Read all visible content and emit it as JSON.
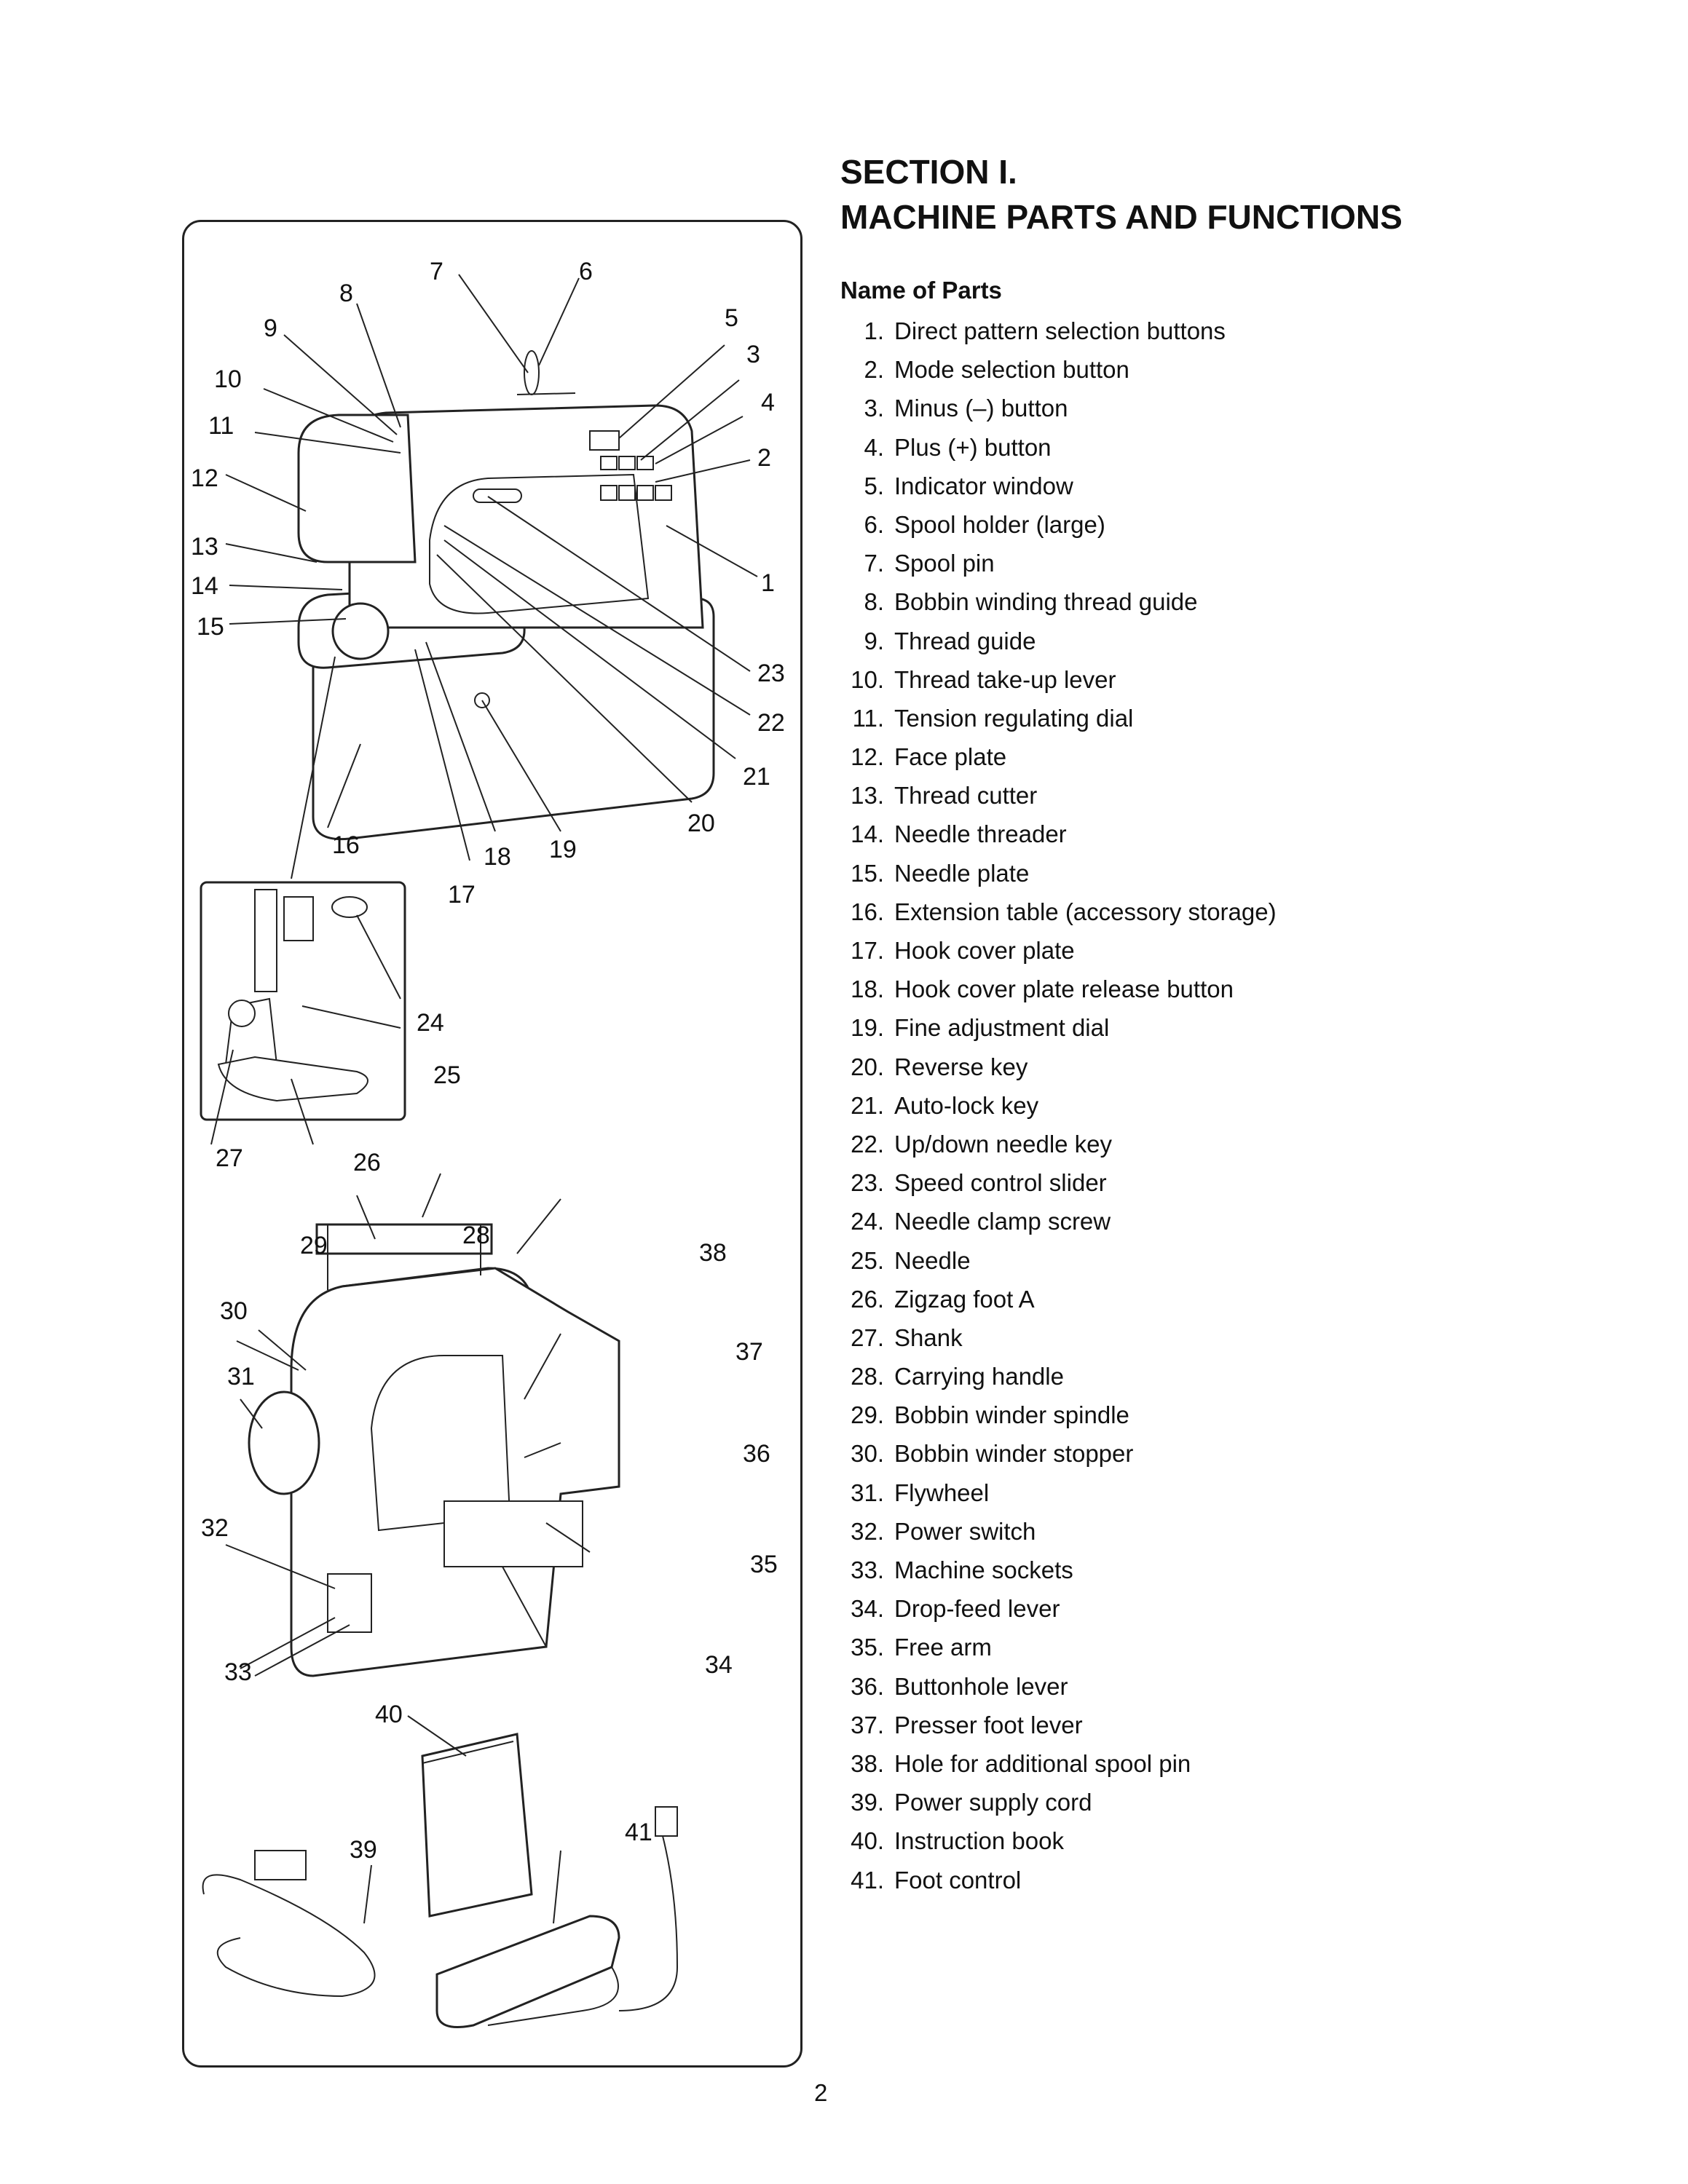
{
  "section": {
    "title_line1": "SECTION I.",
    "title_line2": "MACHINE PARTS AND FUNCTIONS",
    "subheading": "Name of Parts"
  },
  "parts": [
    {
      "num": "1.",
      "name": "Direct pattern selection buttons"
    },
    {
      "num": "2.",
      "name": "Mode selection button"
    },
    {
      "num": "3.",
      "name": "Minus (–) button"
    },
    {
      "num": "4.",
      "name": "Plus (+) button"
    },
    {
      "num": "5.",
      "name": "Indicator window"
    },
    {
      "num": "6.",
      "name": "Spool holder (large)"
    },
    {
      "num": "7.",
      "name": "Spool pin"
    },
    {
      "num": "8.",
      "name": "Bobbin winding thread guide"
    },
    {
      "num": "9.",
      "name": "Thread guide"
    },
    {
      "num": "10.",
      "name": "Thread take-up lever"
    },
    {
      "num": "11.",
      "name": "Tension regulating dial"
    },
    {
      "num": "12.",
      "name": "Face plate"
    },
    {
      "num": "13.",
      "name": "Thread cutter"
    },
    {
      "num": "14.",
      "name": "Needle threader"
    },
    {
      "num": "15.",
      "name": "Needle plate"
    },
    {
      "num": "16.",
      "name": "Extension table (accessory storage)"
    },
    {
      "num": "17.",
      "name": "Hook cover plate"
    },
    {
      "num": "18.",
      "name": "Hook cover plate release button"
    },
    {
      "num": "19.",
      "name": "Fine adjustment dial"
    },
    {
      "num": "20.",
      "name": "Reverse key"
    },
    {
      "num": "21.",
      "name": "Auto-lock key"
    },
    {
      "num": "22.",
      "name": "Up/down needle key"
    },
    {
      "num": "23.",
      "name": "Speed control slider"
    },
    {
      "num": "24.",
      "name": "Needle clamp screw"
    },
    {
      "num": "25.",
      "name": "Needle"
    },
    {
      "num": "26.",
      "name": "Zigzag foot A"
    },
    {
      "num": "27.",
      "name": "Shank"
    },
    {
      "num": "28.",
      "name": "Carrying handle"
    },
    {
      "num": "29.",
      "name": "Bobbin winder spindle"
    },
    {
      "num": "30.",
      "name": "Bobbin winder stopper"
    },
    {
      "num": "31.",
      "name": "Flywheel"
    },
    {
      "num": "32.",
      "name": "Power switch"
    },
    {
      "num": "33.",
      "name": "Machine sockets"
    },
    {
      "num": "34.",
      "name": "Drop-feed lever"
    },
    {
      "num": "35.",
      "name": "Free arm"
    },
    {
      "num": "36.",
      "name": "Buttonhole lever"
    },
    {
      "num": "37.",
      "name": "Presser foot lever"
    },
    {
      "num": "38.",
      "name": "Hole for additional spool pin"
    },
    {
      "num": "39.",
      "name": "Power supply cord"
    },
    {
      "num": "40.",
      "name": "Instruction book"
    },
    {
      "num": "41.",
      "name": "Foot control"
    }
  ],
  "callouts": [
    "1",
    "2",
    "3",
    "4",
    "5",
    "6",
    "7",
    "8",
    "9",
    "10",
    "11",
    "12",
    "13",
    "14",
    "15",
    "16",
    "17",
    "18",
    "19",
    "20",
    "21",
    "22",
    "23",
    "24",
    "25",
    "26",
    "27",
    "28",
    "29",
    "30",
    "31",
    "32",
    "33",
    "34",
    "35",
    "36",
    "37",
    "38",
    "39",
    "40",
    "41"
  ],
  "page_number": "2"
}
